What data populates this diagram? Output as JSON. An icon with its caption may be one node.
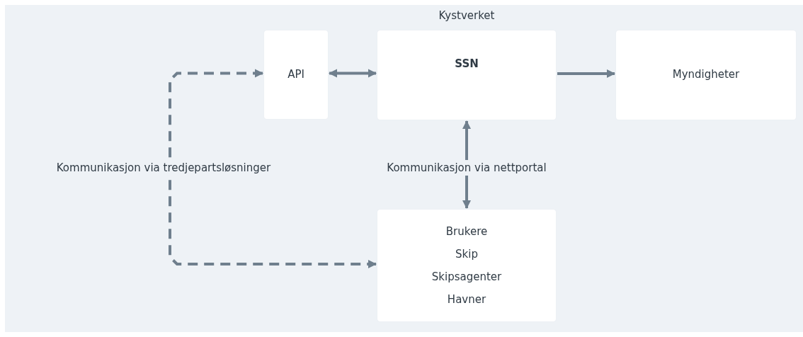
{
  "diagram": {
    "nodes": [
      {
        "text": [
          "API"
        ]
      },
      {
        "text": [
          "Kystverket",
          "SSN"
        ]
      },
      {
        "text": [
          "Myndigheter"
        ]
      },
      {
        "text": [
          "Brukere",
          "Skip",
          "Skipsagenter",
          "Havner"
        ]
      }
    ],
    "edges": [
      {
        "from": 0,
        "to": 1,
        "arrow": "both"
      },
      {
        "from": 1,
        "to": 2,
        "arrow": "to"
      },
      {
        "from": 1,
        "to": 3,
        "arrow": "both",
        "label": "Kommunikasjon via nettportal"
      },
      {
        "from": 0,
        "to": 3,
        "arrow": "both",
        "style": "dashed",
        "label": "Kommunikasjon via tredjepartsløsninger"
      }
    ]
  }
}
